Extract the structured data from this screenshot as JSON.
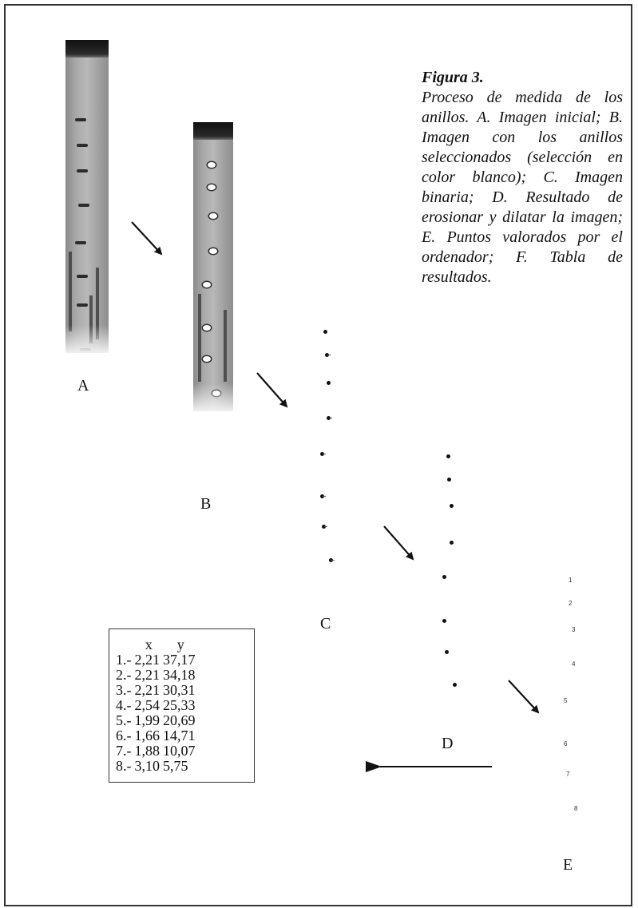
{
  "caption": {
    "title": "Figura 3.",
    "text": "Proceso de medida de los anillos. A. Imagen inicial; B. Imagen con los anillos seleccionados (selección en color blanco); C. Imagen binaria; D. Resultado de erosionar y dilatar la imagen; E. Puntos valorados por el ordenador; F. Tabla de resultados."
  },
  "panels": {
    "a": "A",
    "b": "B",
    "c": "C",
    "d": "D",
    "e": "E"
  },
  "points_labels": [
    "1",
    "2",
    "3",
    "4",
    "5",
    "6",
    "7",
    "8"
  ],
  "table": {
    "headers": [
      "",
      "x",
      "y"
    ],
    "rows": [
      [
        "1.-",
        "2,21",
        "37,17"
      ],
      [
        "2.-",
        "2,21",
        "34,18"
      ],
      [
        "3.-",
        "2,21",
        "30,31"
      ],
      [
        "4.-",
        "2,54",
        "25,33"
      ],
      [
        "5.-",
        "1,99",
        "20,69"
      ],
      [
        "6.-",
        "1,66",
        "14,71"
      ],
      [
        "7.-",
        "1,88",
        "10,07"
      ],
      [
        "8.-",
        "3,10",
        "5,75"
      ]
    ]
  }
}
